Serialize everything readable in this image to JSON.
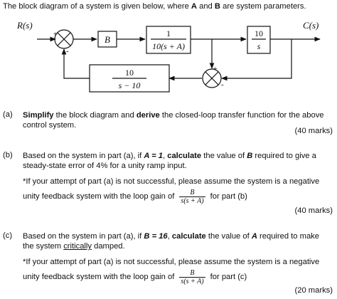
{
  "intro": {
    "prefix": "The block diagram of a system is given below, where ",
    "a": "A",
    "and": " and ",
    "b": "B",
    "suffix": " are system parameters."
  },
  "diagram": {
    "input_label": "R(s)",
    "output_label": "C(s)",
    "block_b": "B",
    "block_plant_num": "1",
    "block_plant_den": "10(s + A)",
    "block_integrator_num": "10",
    "block_integrator_den": "s",
    "block_feedback_num": "10",
    "block_feedback_den": "s − 10",
    "sum1_plus": "+",
    "sum1_minus": "-",
    "sum2_plus": "+",
    "sum2_minus": "-"
  },
  "part_a": {
    "label": "(a)",
    "bold1": "Simplify",
    "text1": " the block diagram and ",
    "bold2": "derive",
    "text2": " the closed-loop transfer function for the above",
    "line2": "control system.",
    "marks": "(40 marks)"
  },
  "part_b": {
    "label": "(b)",
    "line1_pre": "Based on the system in part (a), if ",
    "cond": "A = 1",
    "line1_mid": ", ",
    "bold": "calculate",
    "line1_post1": " the value of ",
    "var": "B",
    "line1_post2": " required to give a",
    "line2": "steady-state error of 4% for a unity ramp input.",
    "note1": "*If your attempt of part (a) is not successful, please assume the system is a negative",
    "note2_pre": "unity feedback system with the loop gain of",
    "frac_num": "B",
    "frac_den": "s(s + A)",
    "note2_post": "for part (b)",
    "marks": "(40 marks)"
  },
  "part_c": {
    "label": "(c)",
    "line1_pre": "Based on the system in part (a), if ",
    "cond": "B = 16",
    "line1_mid": ", ",
    "bold": "calculate",
    "line1_post1": " the value of ",
    "var": "A",
    "line1_post2": " required to make",
    "line2_pre": "the system ",
    "line2_u": "critically",
    "line2_post": " damped.",
    "note1": "*If your attempt of part (a) is not successful, please assume the system is a negative",
    "note2_pre": "unity feedback system with the loop gain of",
    "frac_num": "B",
    "frac_den": "s(s + A)",
    "note2_post": "for part (c)",
    "marks": "(20 marks)"
  }
}
